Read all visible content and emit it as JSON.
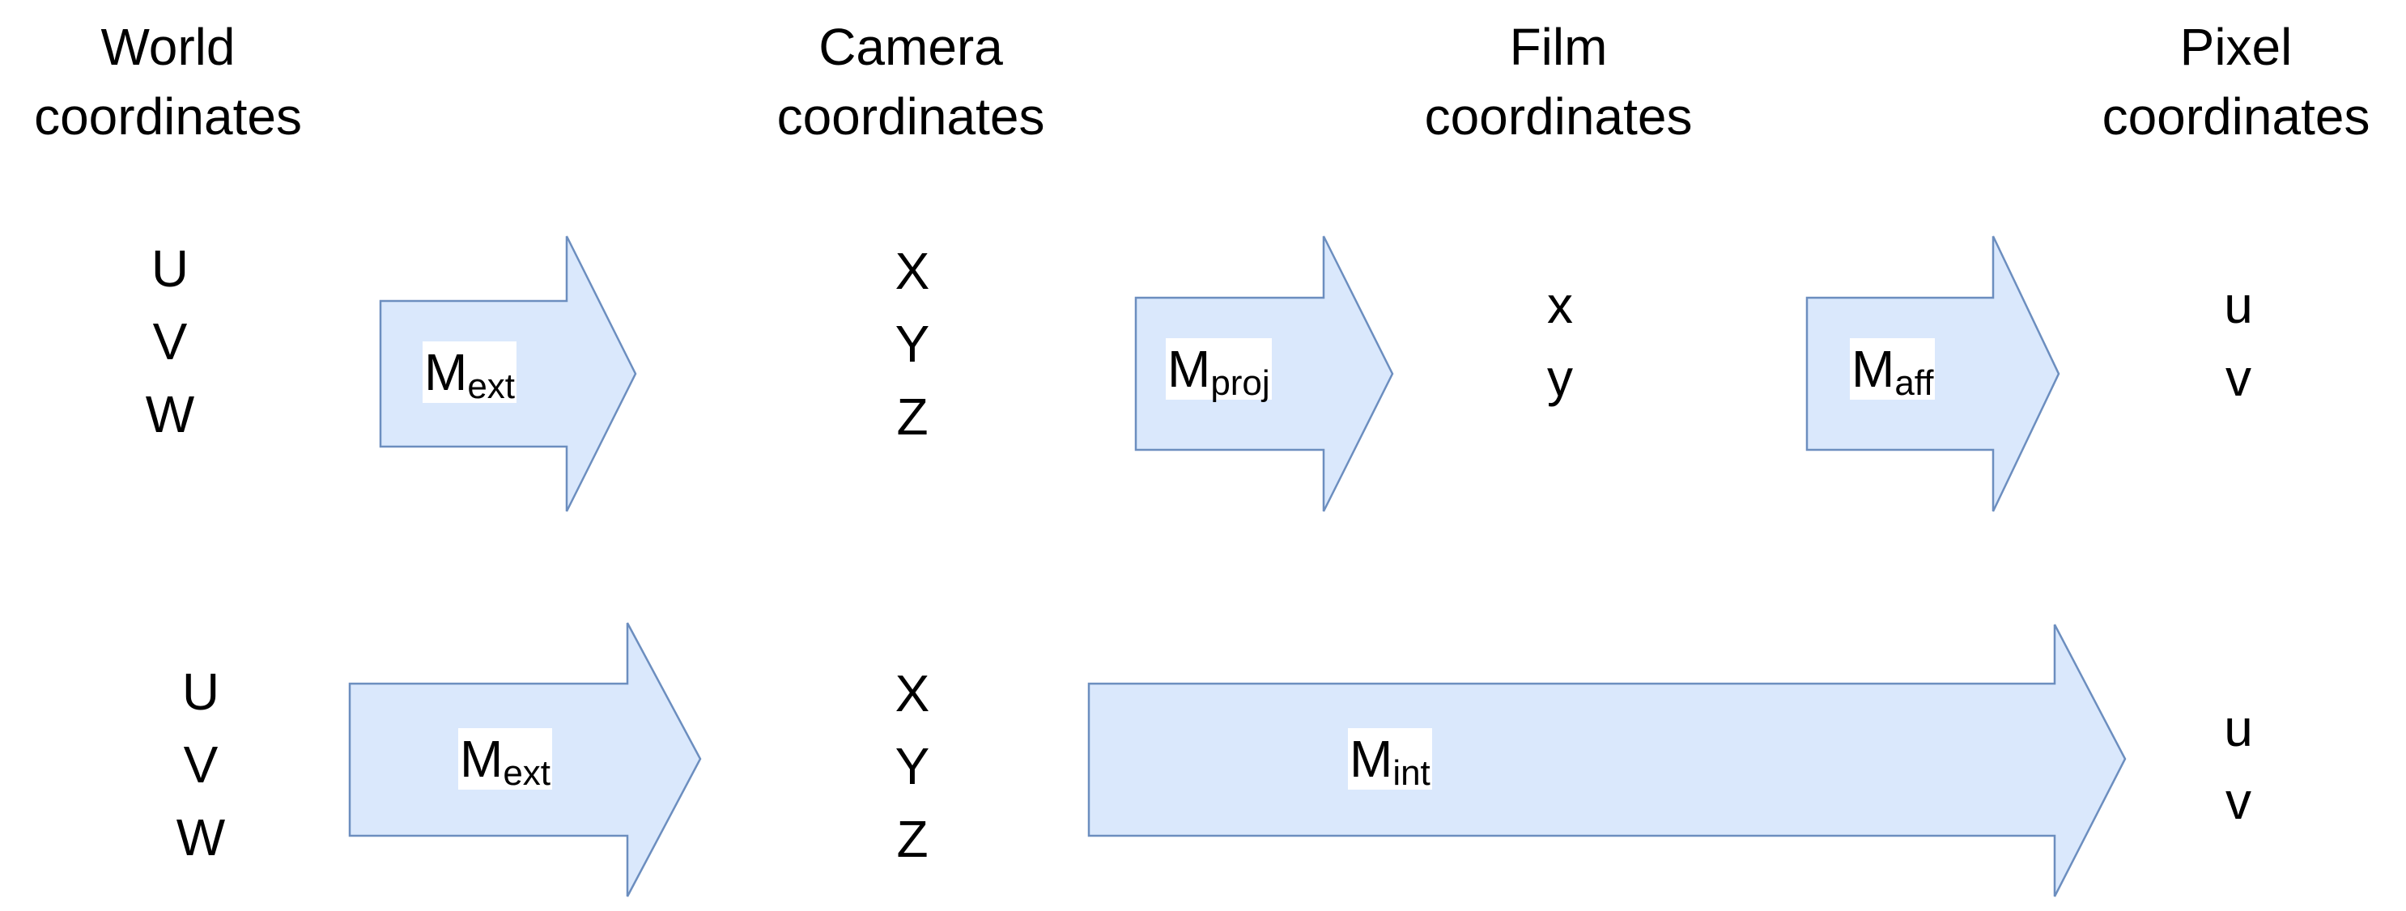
{
  "colors": {
    "arrow_fill": "#dae8fc",
    "arrow_stroke": "#6c8ebf",
    "text": "#000000"
  },
  "headers": [
    {
      "line1": "World",
      "line2": "coordinates"
    },
    {
      "line1": "Camera",
      "line2": "coordinates"
    },
    {
      "line1": "Film",
      "line2": "coordinates"
    },
    {
      "line1": "Pixel",
      "line2": "coordinates"
    }
  ],
  "row1": {
    "world": [
      "U",
      "V",
      "W"
    ],
    "camera": [
      "X",
      "Y",
      "Z"
    ],
    "film": [
      "x",
      "y"
    ],
    "pixel": [
      "u",
      "v"
    ],
    "arrows": [
      {
        "base": "M",
        "sub": "ext"
      },
      {
        "base": "M",
        "sub": "proj"
      },
      {
        "base": "M",
        "sub": "aff"
      }
    ]
  },
  "row2": {
    "world": [
      "U",
      "V",
      "W"
    ],
    "camera": [
      "X",
      "Y",
      "Z"
    ],
    "pixel": [
      "u",
      "v"
    ],
    "arrows": [
      {
        "base": "M",
        "sub": "ext"
      },
      {
        "base": "M",
        "sub": "int"
      }
    ]
  }
}
